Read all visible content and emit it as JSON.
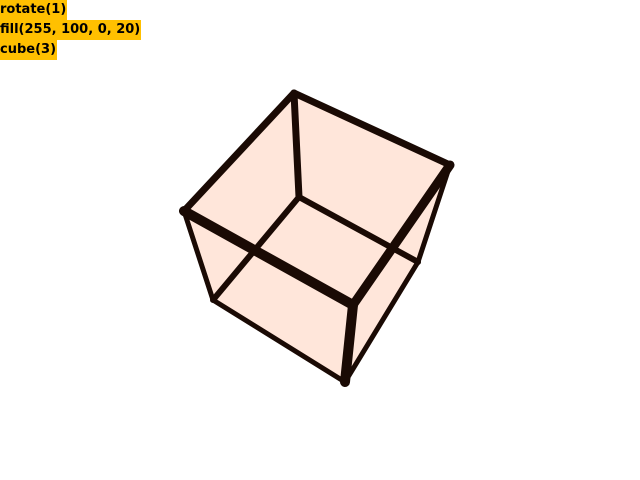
{
  "code_lines": [
    "rotate(1)",
    "fill(255, 100, 0, 20)",
    "cube(3)"
  ],
  "scene": {
    "background_color": "#ffffff",
    "cube_fill_color": "#ffe6da",
    "cube_edge_color": "#1a0a04",
    "highlight_color": "#ffc000"
  }
}
